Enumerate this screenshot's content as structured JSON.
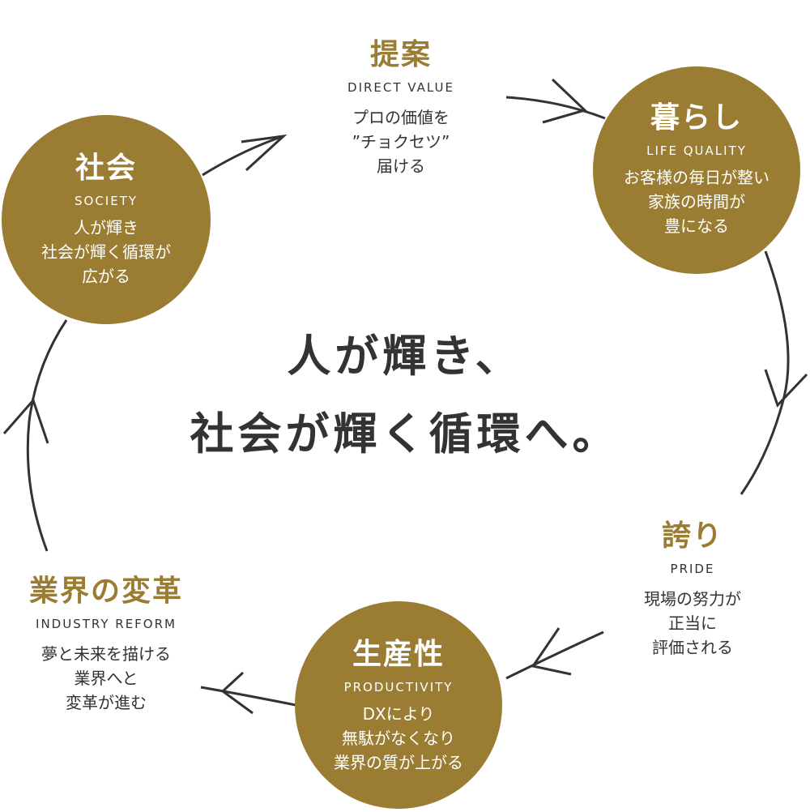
{
  "center_message": {
    "line1": "人が輝き、",
    "line2": "社会が輝く循環へ。"
  },
  "nodes": {
    "proposal": {
      "title": "提案",
      "en": "DIRECT VALUE",
      "desc": [
        "プロの価値を",
        "”チョクセツ”",
        "届ける"
      ]
    },
    "life": {
      "title": "暮らし",
      "en": "LIFE QUALITY",
      "desc": [
        "お客様の毎日が整い",
        "家族の時間が",
        "豊になる"
      ]
    },
    "pride": {
      "title": "誇り",
      "en": "PRIDE",
      "desc": [
        "現場の努力が",
        "正当に",
        "評価される"
      ]
    },
    "productivity": {
      "title": "生産性",
      "en": "PRODUCTIVITY",
      "desc": [
        "DXにより",
        "無駄がなくなり",
        "業界の質が上がる"
      ]
    },
    "reform": {
      "title": "業界の変革",
      "en": "INDUSTRY REFORM",
      "desc": [
        "夢と未来を描ける",
        "業界へと",
        "変革が進む"
      ]
    },
    "society": {
      "title": "社会",
      "en": "SOCIETY",
      "desc": [
        "人が輝き",
        "社会が輝く循環が",
        "広がる"
      ]
    }
  },
  "colors": {
    "accent": "#9a7d33",
    "text": "#333333"
  }
}
